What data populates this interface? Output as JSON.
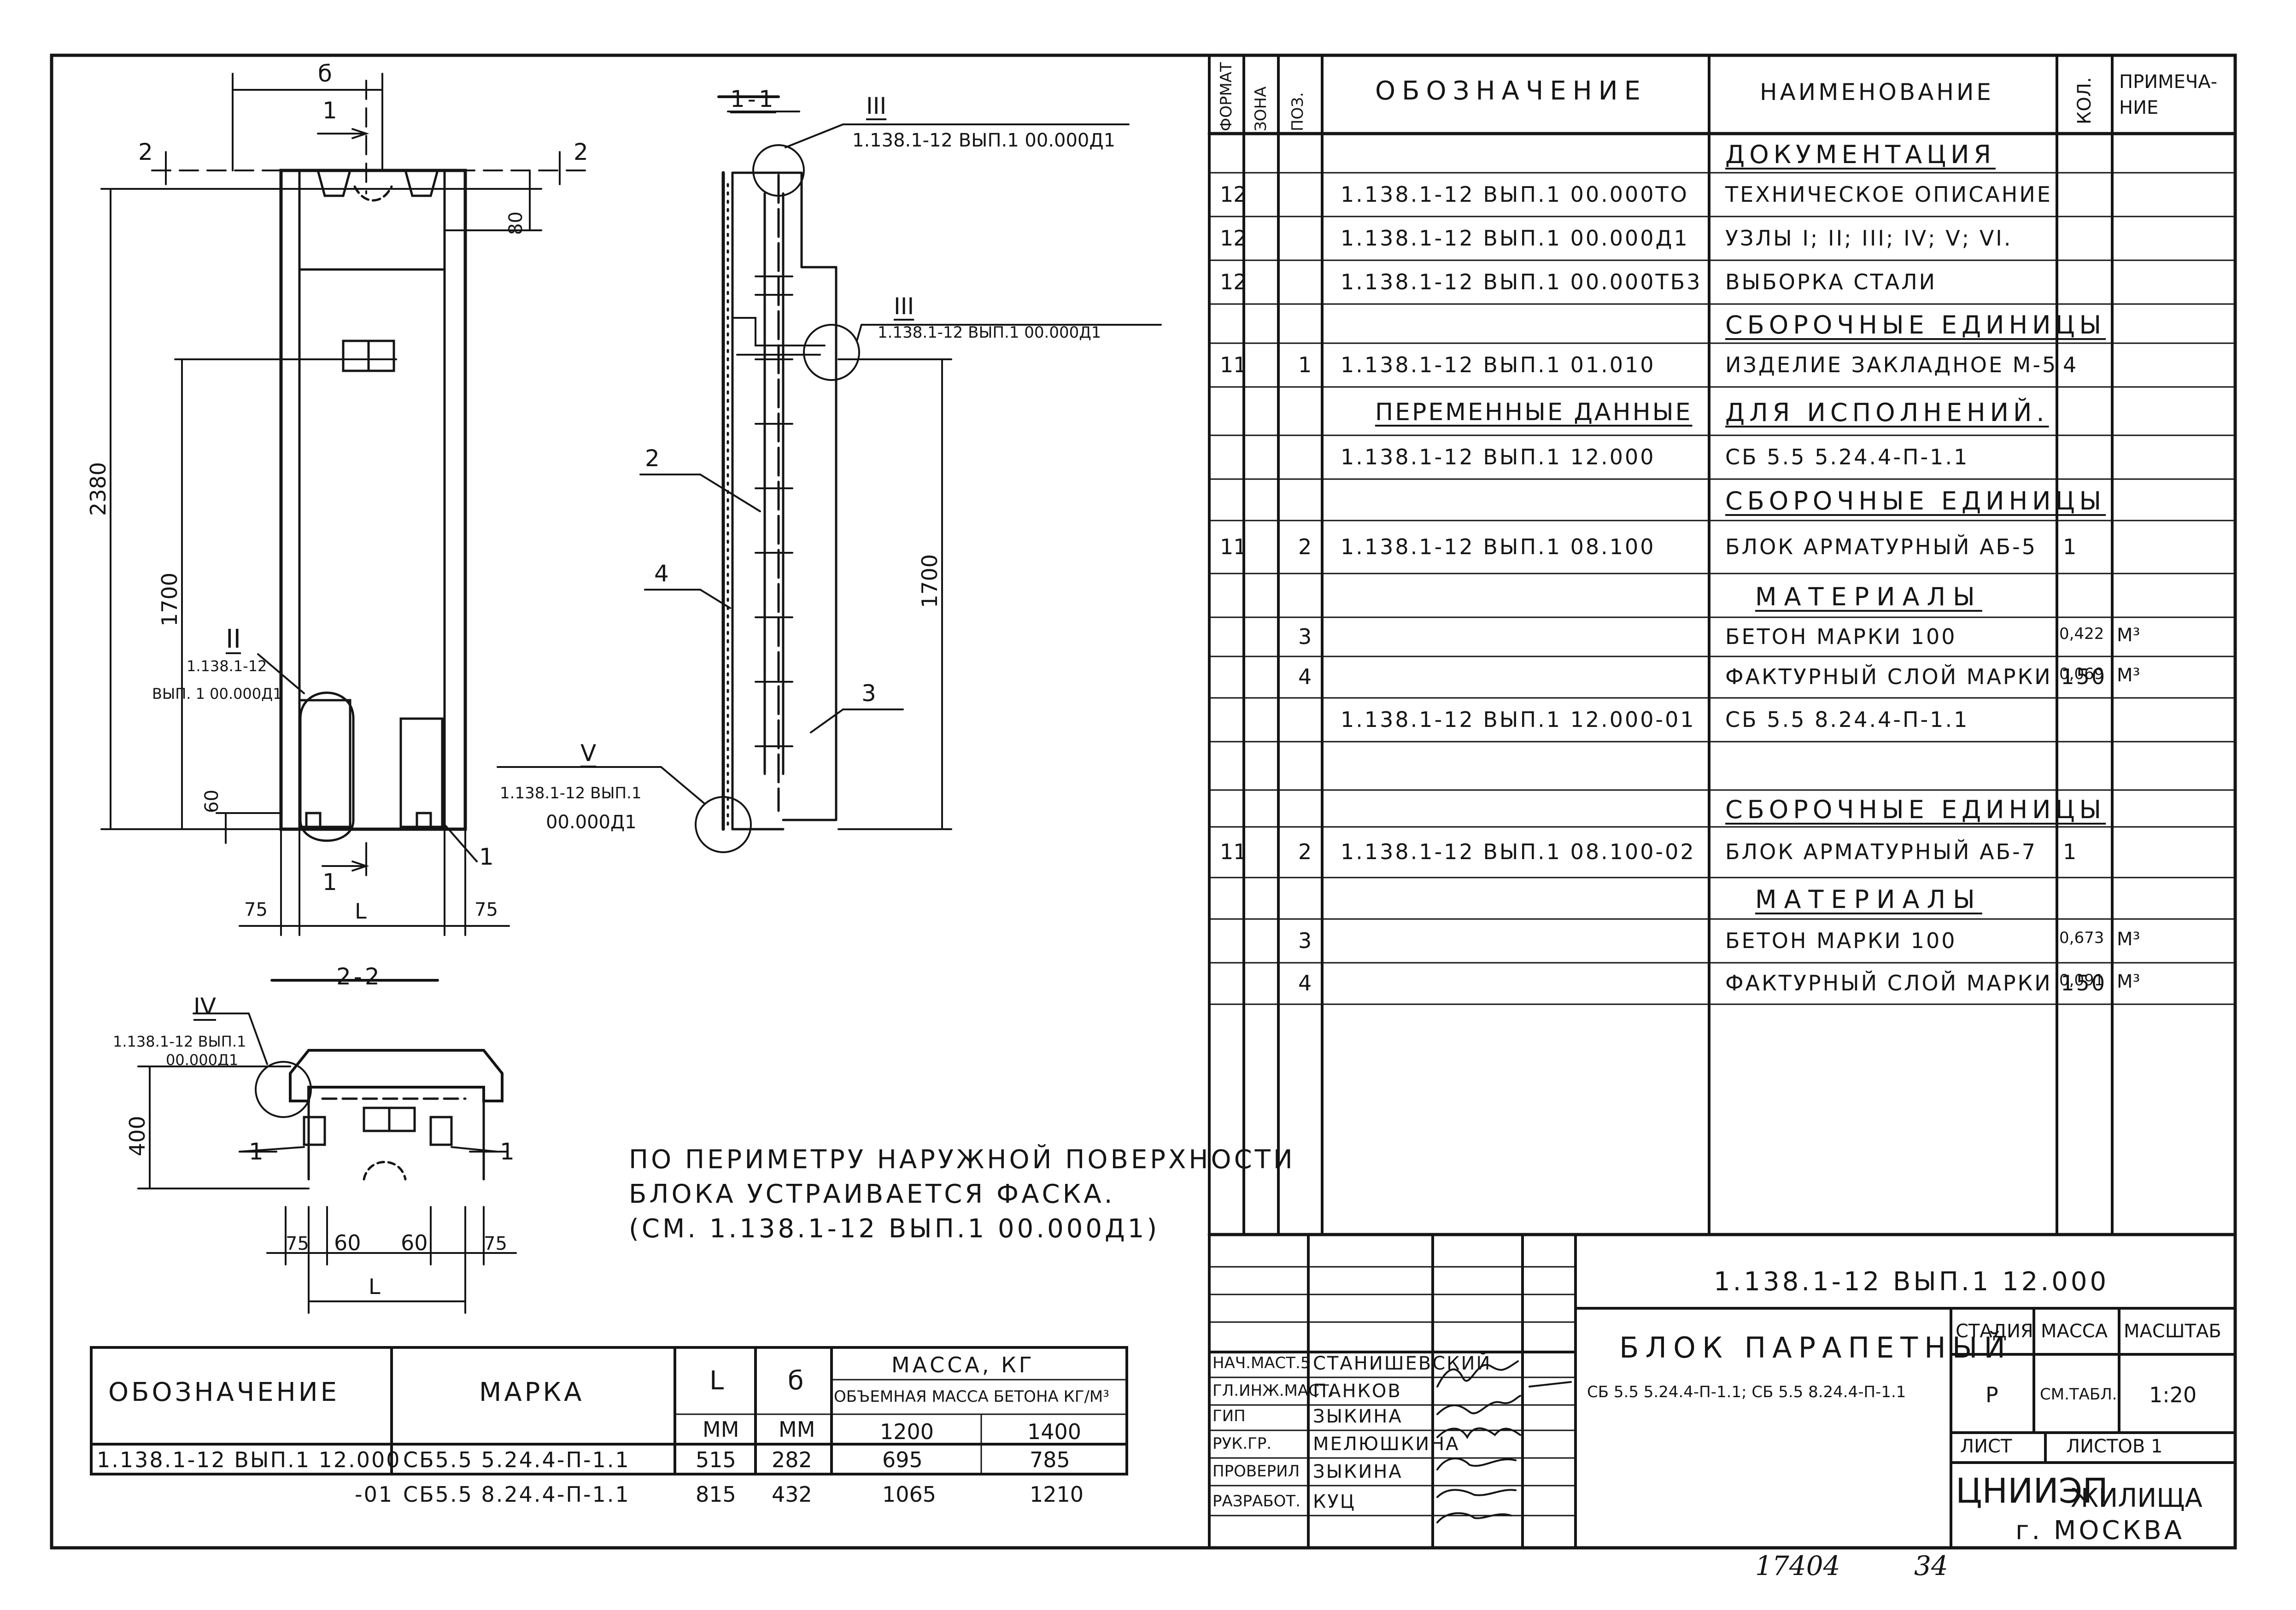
{
  "spec": {
    "headers": {
      "format": "ФОРМАТ",
      "zone": "ЗОНА",
      "pos": "ПОЗ.",
      "designation": "ОБОЗНАЧЕНИЕ",
      "name": "НАИМЕНОВАНИЕ",
      "qty": "КОЛ.",
      "note": "ПРИМЕЧА-\nНИЕ"
    },
    "rows": [
      {
        "fmt": "",
        "zone": "",
        "pos": "",
        "des": "",
        "name": "ДОКУМЕНТАЦИЯ",
        "qty": "",
        "note": ""
      },
      {
        "fmt": "12",
        "zone": "",
        "pos": "",
        "des": "1.138.1-12 ВЫП.1  00.000ТО",
        "name": "ТЕХНИЧЕСКОЕ ОПИСАНИЕ",
        "qty": "",
        "note": ""
      },
      {
        "fmt": "12",
        "zone": "",
        "pos": "",
        "des": "1.138.1-12 ВЫП.1  00.000Д1",
        "name": "УЗЛЫ I; II; III; IV; V; VI.",
        "qty": "",
        "note": ""
      },
      {
        "fmt": "12",
        "zone": "",
        "pos": "",
        "des": "1.138.1-12 ВЫП.1  00.000ТБ3",
        "name": "ВЫБОРКА СТАЛИ",
        "qty": "",
        "note": ""
      },
      {
        "fmt": "",
        "zone": "",
        "pos": "",
        "des": "",
        "name": "СБОРОЧНЫЕ ЕДИНИЦЫ",
        "qty": "",
        "note": ""
      },
      {
        "fmt": "11",
        "zone": "",
        "pos": "1",
        "des": "1.138.1-12 ВЫП.1  01.010",
        "name": "ИЗДЕЛИЕ ЗАКЛАДНОЕ М-5",
        "qty": "4",
        "note": ""
      },
      {
        "fmt": "",
        "zone": "",
        "pos": "",
        "des": "ПЕРЕМЕННЫЕ ДАННЫЕ",
        "name": "ДЛЯ ИСПОЛНЕНИЙ.",
        "qty": "",
        "note": ""
      },
      {
        "fmt": "",
        "zone": "",
        "pos": "",
        "des": "1.138.1-12 ВЫП.1  12.000",
        "name": "СБ 5.5  5.24.4-П-1.1",
        "qty": "",
        "note": ""
      },
      {
        "fmt": "",
        "zone": "",
        "pos": "",
        "des": "",
        "name": "СБОРОЧНЫЕ ЕДИНИЦЫ",
        "qty": "",
        "note": ""
      },
      {
        "fmt": "11",
        "zone": "",
        "pos": "2",
        "des": "1.138.1-12 ВЫП.1  08.100",
        "name": "БЛОК АРМАТУРНЫЙ АБ-5",
        "qty": "1",
        "note": ""
      },
      {
        "fmt": "",
        "zone": "",
        "pos": "",
        "des": "",
        "name": "МАТЕРИАЛЫ",
        "qty": "",
        "note": ""
      },
      {
        "fmt": "",
        "zone": "",
        "pos": "3",
        "des": "",
        "name": "БЕТОН МАРКИ 100",
        "qty": "0,422",
        "note": "М³"
      },
      {
        "fmt": "",
        "zone": "",
        "pos": "4",
        "des": "",
        "name": "ФАКТУРНЫЙ СЛОЙ МАРКИ 150",
        "qty": "0,069",
        "note": "М³"
      },
      {
        "fmt": "",
        "zone": "",
        "pos": "",
        "des": "1.138.1-12 ВЫП.1  12.000-01",
        "name": "СБ 5.5  8.24.4-П-1.1",
        "qty": "",
        "note": ""
      },
      {
        "fmt": "",
        "zone": "",
        "pos": "",
        "des": "",
        "name": "",
        "qty": "",
        "note": ""
      },
      {
        "fmt": "",
        "zone": "",
        "pos": "",
        "des": "",
        "name": "СБОРОЧНЫЕ ЕДИНИЦЫ",
        "qty": "",
        "note": ""
      },
      {
        "fmt": "11",
        "zone": "",
        "pos": "2",
        "des": "1.138.1-12 ВЫП.1  08.100-02",
        "name": "БЛОК АРМАТУРНЫЙ АБ-7",
        "qty": "1",
        "note": ""
      },
      {
        "fmt": "",
        "zone": "",
        "pos": "",
        "des": "",
        "name": "МАТЕРИАЛЫ",
        "qty": "",
        "note": ""
      },
      {
        "fmt": "",
        "zone": "",
        "pos": "3",
        "des": "",
        "name": "БЕТОН МАРКИ 100",
        "qty": "0,673",
        "note": "М³"
      },
      {
        "fmt": "",
        "zone": "",
        "pos": "4",
        "des": "",
        "name": "ФАКТУРНЫЙ СЛОЙ МАРКИ 150",
        "qty": "0,091",
        "note": "М³"
      },
      {
        "fmt": "",
        "zone": "",
        "pos": "",
        "des": "",
        "name": "",
        "qty": "",
        "note": ""
      }
    ]
  },
  "title_block": {
    "doc_code": "1.138.1-12 ВЫП.1   12.000",
    "title": "БЛОК ПАРАПЕТНЫЙ",
    "subtitle": "СБ 5.5  5.24.4-П-1.1; СБ 5.5  8.24.4-П-1.1",
    "stage_h": "СТАДИЯ",
    "mass_h": "МАССА",
    "scale_h": "МАСШТАБ",
    "stage": "Р",
    "mass": "СМ.ТАБЛ.",
    "scale": "1:20",
    "sheet_h": "ЛИСТ",
    "sheets_h": "ЛИСТОВ 1",
    "org": "ЦНИИЭП",
    "org2": "ЖИЛИЩА",
    "city": "г. МОСКВА",
    "roles": [
      {
        "role": "НАЧ.МАСТ.5",
        "name": "СТАНИШЕВСКИЙ"
      },
      {
        "role": "ГЛ.ИНЖ.МАСТ.",
        "name": "ПАНКОВ"
      },
      {
        "role": "ГИП",
        "name": "ЗЫКИНА"
      },
      {
        "role": "РУК.ГР.",
        "name": "МЕЛЮШКИНА"
      },
      {
        "role": "ПРОВЕРИЛ",
        "name": "ЗЫКИНА"
      },
      {
        "role": "РАЗРАБОТ.",
        "name": "КУЦ"
      }
    ],
    "inv": "17404",
    "page": "34"
  },
  "mass_table": {
    "h_des": "ОБОЗНАЧЕНИЕ",
    "h_mark": "МАРКА",
    "h_L": "L",
    "h_b": "б",
    "h_mm": "ММ",
    "h_mass": "МАССА, КГ",
    "h_vol": "ОБЪЕМНАЯ МАССА БЕТОНА КГ/М³",
    "h_1200": "1200",
    "h_1400": "1400",
    "rows": [
      {
        "des": "1.138.1-12 ВЫП.1  12.000",
        "mark": "СБ5.5  5.24.4-П-1.1",
        "L": "515",
        "b": "282",
        "m1": "695",
        "m2": "785"
      },
      {
        "des": "-01",
        "mark": "СБ5.5  8.24.4-П-1.1",
        "L": "815",
        "b": "432",
        "m1": "1065",
        "m2": "1210"
      }
    ]
  },
  "note": {
    "line1": "ПО ПЕРИМЕТРУ НАРУЖНОЙ ПОВЕРХНОСТИ",
    "line2": "БЛОКА УСТРАИВАЕТСЯ ФАСКА.",
    "line3": "(СМ. 1.138.1-12 ВЫП.1  00.000Д1)"
  },
  "drawing": {
    "elev": {
      "dim_b": "б",
      "dim_2380": "2380",
      "dim_1700": "1700",
      "dim_80": "80",
      "dim_60": "60",
      "dim_75a": "75",
      "dim_75b": "75",
      "dim_L": "L",
      "cut1": "1",
      "cut1b": "1",
      "cut2": "2",
      "cut2b": "2",
      "node2": "II",
      "node2_ref": "1.138.1-12",
      "node2_ref2": "ВЫП. 1 00.000Д1",
      "pos1": "1"
    },
    "sec11": {
      "title": "1-1",
      "node3": "III",
      "node3_ref": "1.138.1-12 ВЫП.1 00.000Д1",
      "node3b": "III",
      "node3b_ref": "1.138.1-12 ВЫП.1 00.000Д1",
      "node5": "V",
      "node5_ref": "1.138.1-12 ВЫП.1",
      "node5_ref2": "00.000Д1",
      "dim_1700": "1700",
      "pos2": "2",
      "pos4": "4",
      "pos3": "3"
    },
    "sec22": {
      "title": "2-2",
      "node4": "IV",
      "node4_ref": "1.138.1-12 ВЫП.1",
      "node4_ref2": "00.000Д1",
      "dim_400": "400",
      "dim_75a": "75",
      "dim_60a": "60",
      "dim_60b": "60",
      "dim_75b": "75",
      "dim_L": "L",
      "pos1a": "1",
      "pos1b": "1"
    }
  }
}
